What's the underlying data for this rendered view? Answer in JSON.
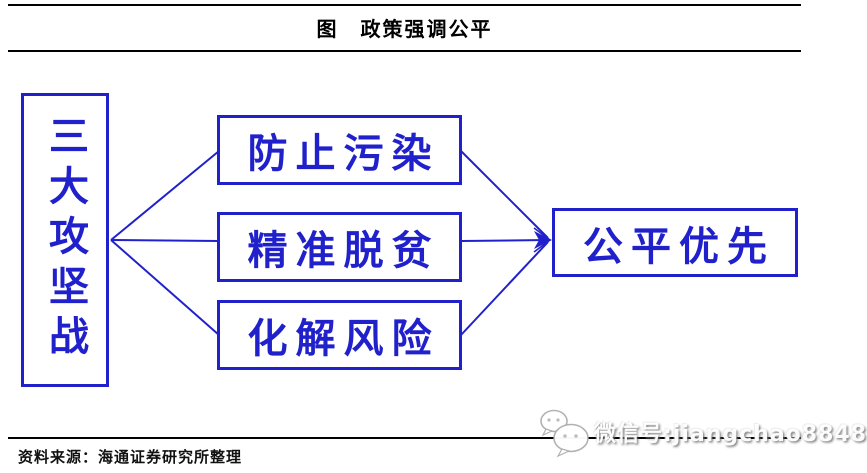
{
  "header": {
    "title": "图　政策强调公平"
  },
  "diagram": {
    "root": {
      "label": "三大攻坚战"
    },
    "branches": [
      {
        "label": "防止污染"
      },
      {
        "label": "精准脱贫"
      },
      {
        "label": "化解风险"
      }
    ],
    "result": {
      "label": "公平优先"
    }
  },
  "footer": {
    "source": "资料来源：海通证券研究所整理"
  },
  "watermark": {
    "text": "微信号:jiangchao8848",
    "icon": "wechat-icon"
  },
  "colors": {
    "accent_blue": "#2121CC",
    "rule_black": "#000000",
    "watermark_gray": "#9a9a9a"
  }
}
